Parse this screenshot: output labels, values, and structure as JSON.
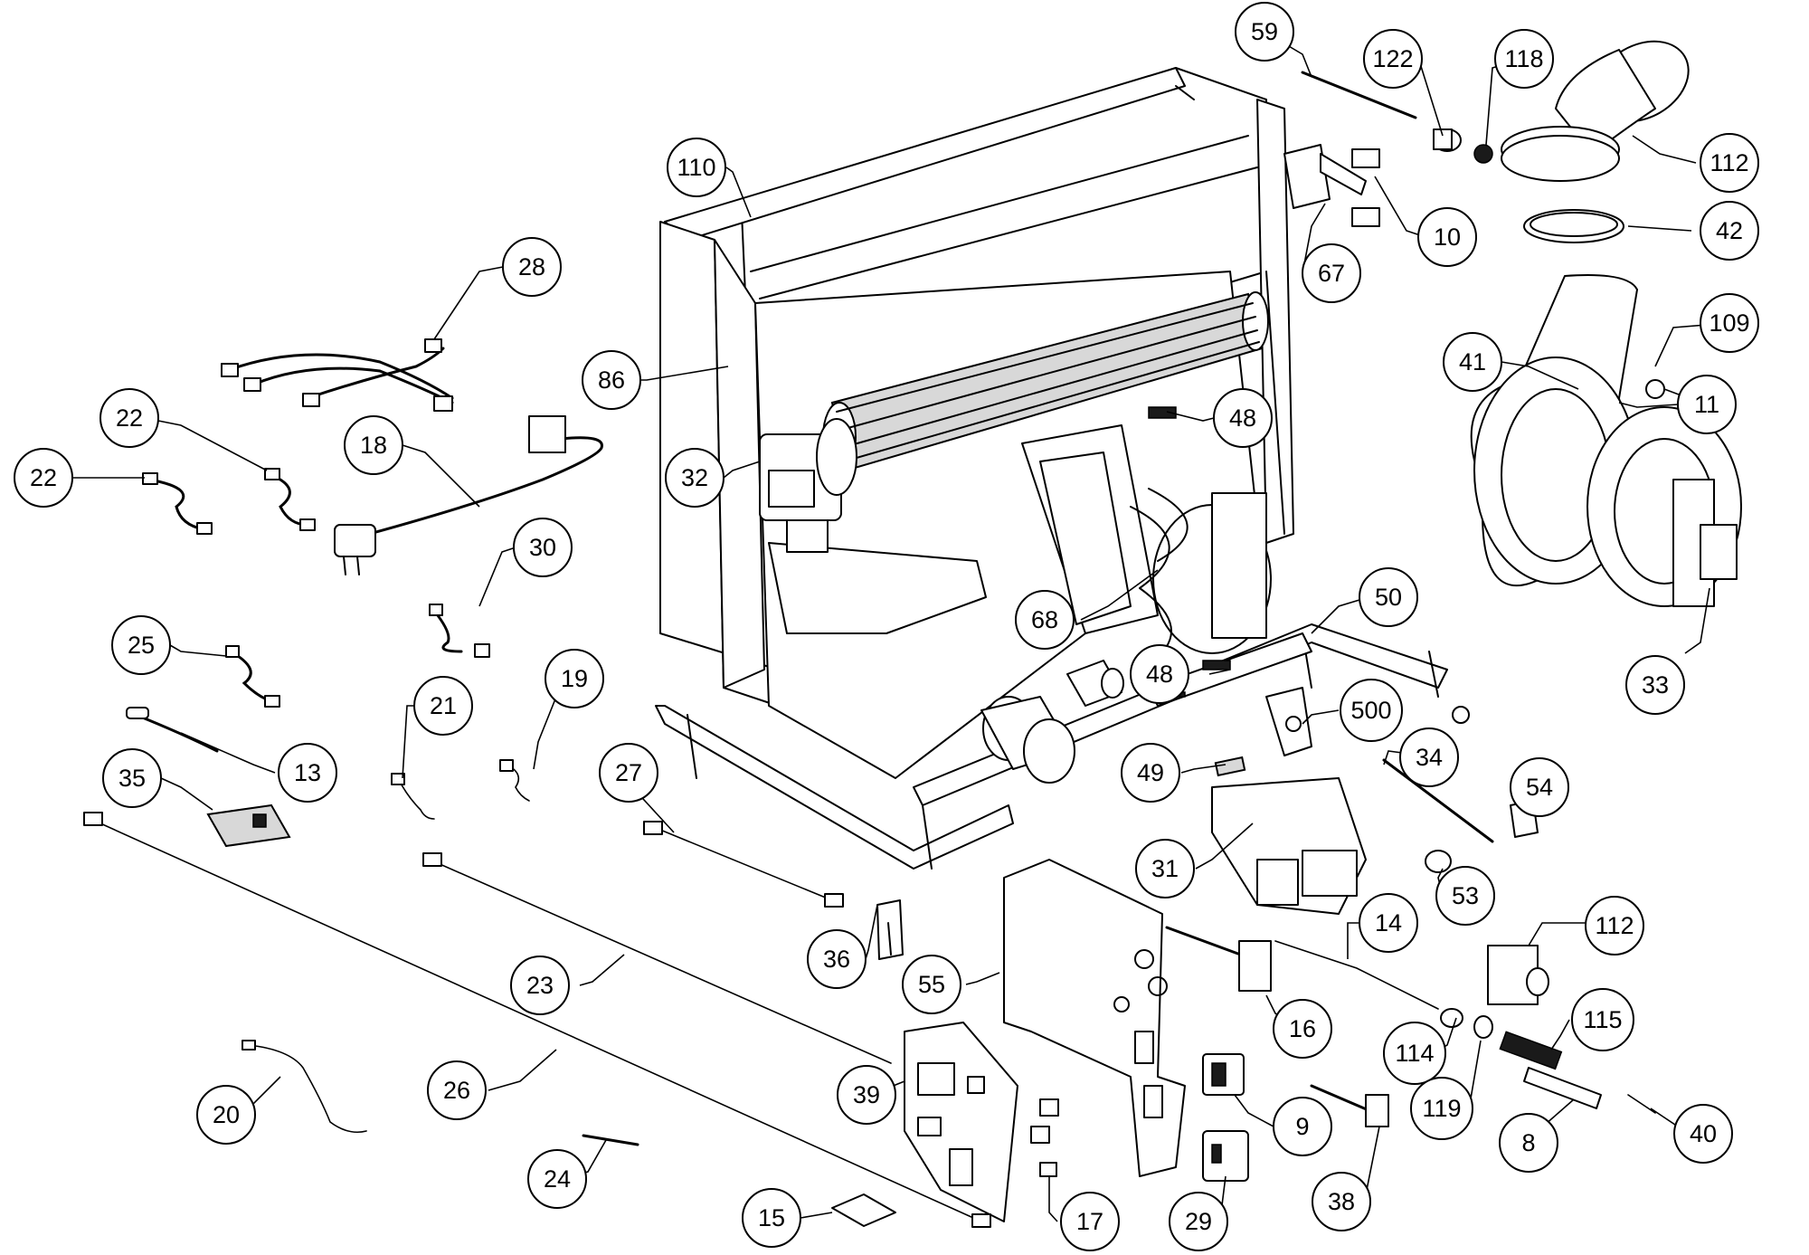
{
  "diagram": {
    "type": "exploded-parts-diagram",
    "callouts": [
      {
        "id": "59",
        "label": "59"
      },
      {
        "id": "122",
        "label": "122"
      },
      {
        "id": "118",
        "label": "118"
      },
      {
        "id": "112a",
        "label": "112"
      },
      {
        "id": "110",
        "label": "110"
      },
      {
        "id": "10",
        "label": "10"
      },
      {
        "id": "42",
        "label": "42"
      },
      {
        "id": "67",
        "label": "67"
      },
      {
        "id": "28",
        "label": "28"
      },
      {
        "id": "109",
        "label": "109"
      },
      {
        "id": "86",
        "label": "86"
      },
      {
        "id": "41",
        "label": "41"
      },
      {
        "id": "11",
        "label": "11"
      },
      {
        "id": "22a",
        "label": "22"
      },
      {
        "id": "18",
        "label": "18"
      },
      {
        "id": "48a",
        "label": "48"
      },
      {
        "id": "22b",
        "label": "22"
      },
      {
        "id": "32",
        "label": "32"
      },
      {
        "id": "30",
        "label": "30"
      },
      {
        "id": "50",
        "label": "50"
      },
      {
        "id": "68",
        "label": "68"
      },
      {
        "id": "25",
        "label": "25"
      },
      {
        "id": "48b",
        "label": "48"
      },
      {
        "id": "19",
        "label": "19"
      },
      {
        "id": "21",
        "label": "21"
      },
      {
        "id": "33",
        "label": "33"
      },
      {
        "id": "500",
        "label": "500"
      },
      {
        "id": "27",
        "label": "27"
      },
      {
        "id": "34",
        "label": "34"
      },
      {
        "id": "13",
        "label": "13"
      },
      {
        "id": "49",
        "label": "49"
      },
      {
        "id": "35",
        "label": "35"
      },
      {
        "id": "54",
        "label": "54"
      },
      {
        "id": "31",
        "label": "31"
      },
      {
        "id": "53",
        "label": "53"
      },
      {
        "id": "14",
        "label": "14"
      },
      {
        "id": "112b",
        "label": "112"
      },
      {
        "id": "36",
        "label": "36"
      },
      {
        "id": "55",
        "label": "55"
      },
      {
        "id": "23",
        "label": "23"
      },
      {
        "id": "115",
        "label": "115"
      },
      {
        "id": "16",
        "label": "16"
      },
      {
        "id": "114",
        "label": "114"
      },
      {
        "id": "39",
        "label": "39"
      },
      {
        "id": "26",
        "label": "26"
      },
      {
        "id": "119",
        "label": "119"
      },
      {
        "id": "9",
        "label": "9"
      },
      {
        "id": "20",
        "label": "20"
      },
      {
        "id": "40",
        "label": "40"
      },
      {
        "id": "8",
        "label": "8"
      },
      {
        "id": "24",
        "label": "24"
      },
      {
        "id": "38",
        "label": "38"
      },
      {
        "id": "15",
        "label": "15"
      },
      {
        "id": "17",
        "label": "17"
      },
      {
        "id": "29",
        "label": "29"
      }
    ]
  }
}
